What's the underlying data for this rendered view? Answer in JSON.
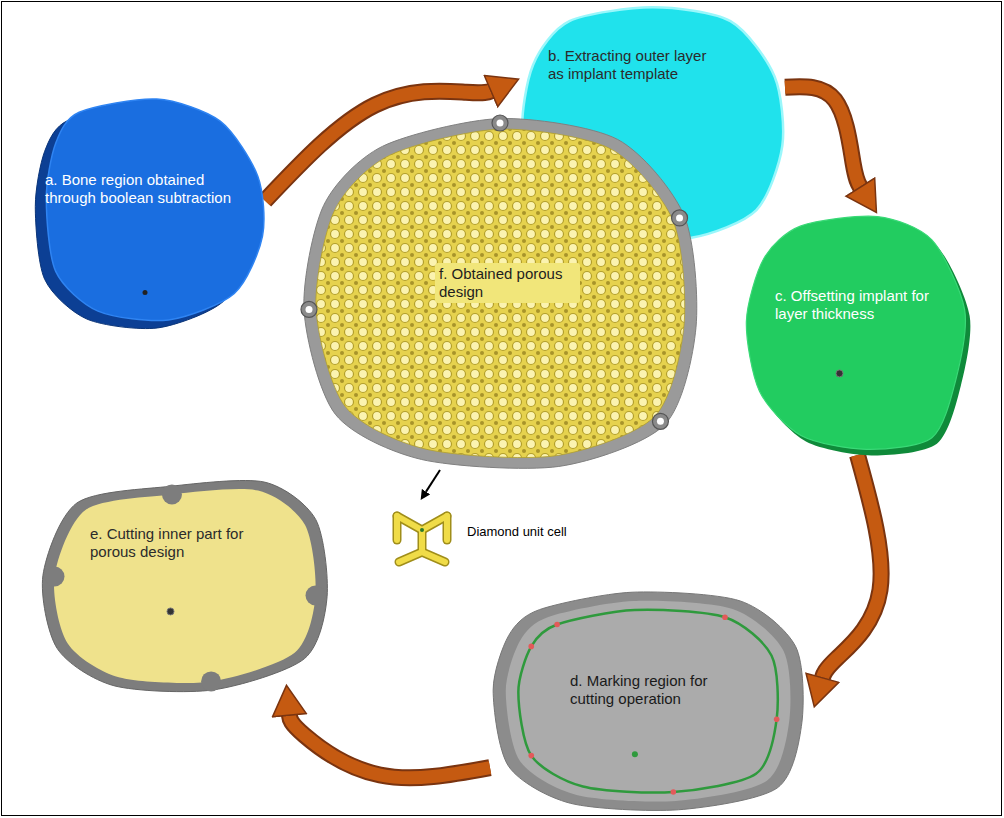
{
  "diagram": {
    "nodes": [
      {
        "text": [
          "a. Bone region obtained through boolean subtraction"
        ]
      },
      {
        "text": [
          "b. Extracting outer layer as implant template"
        ]
      },
      {
        "text": [
          "c. Offsetting implant for layer thickness"
        ]
      },
      {
        "text": [
          "d. Marking region for cutting operation"
        ]
      },
      {
        "text": [
          "e. Cutting inner part for porous design"
        ]
      },
      {
        "text": [
          "f. Obtained porous design"
        ]
      },
      {
        "text": [
          "Diamond unit cell"
        ]
      }
    ],
    "edges": [
      {
        "from": 0,
        "to": 1,
        "arrow": "to"
      },
      {
        "from": 1,
        "to": 2,
        "arrow": "to"
      },
      {
        "from": 2,
        "to": 3,
        "arrow": "to"
      },
      {
        "from": 3,
        "to": 4,
        "arrow": "to"
      },
      {
        "from": 5,
        "to": 6,
        "arrow": "to"
      }
    ]
  }
}
